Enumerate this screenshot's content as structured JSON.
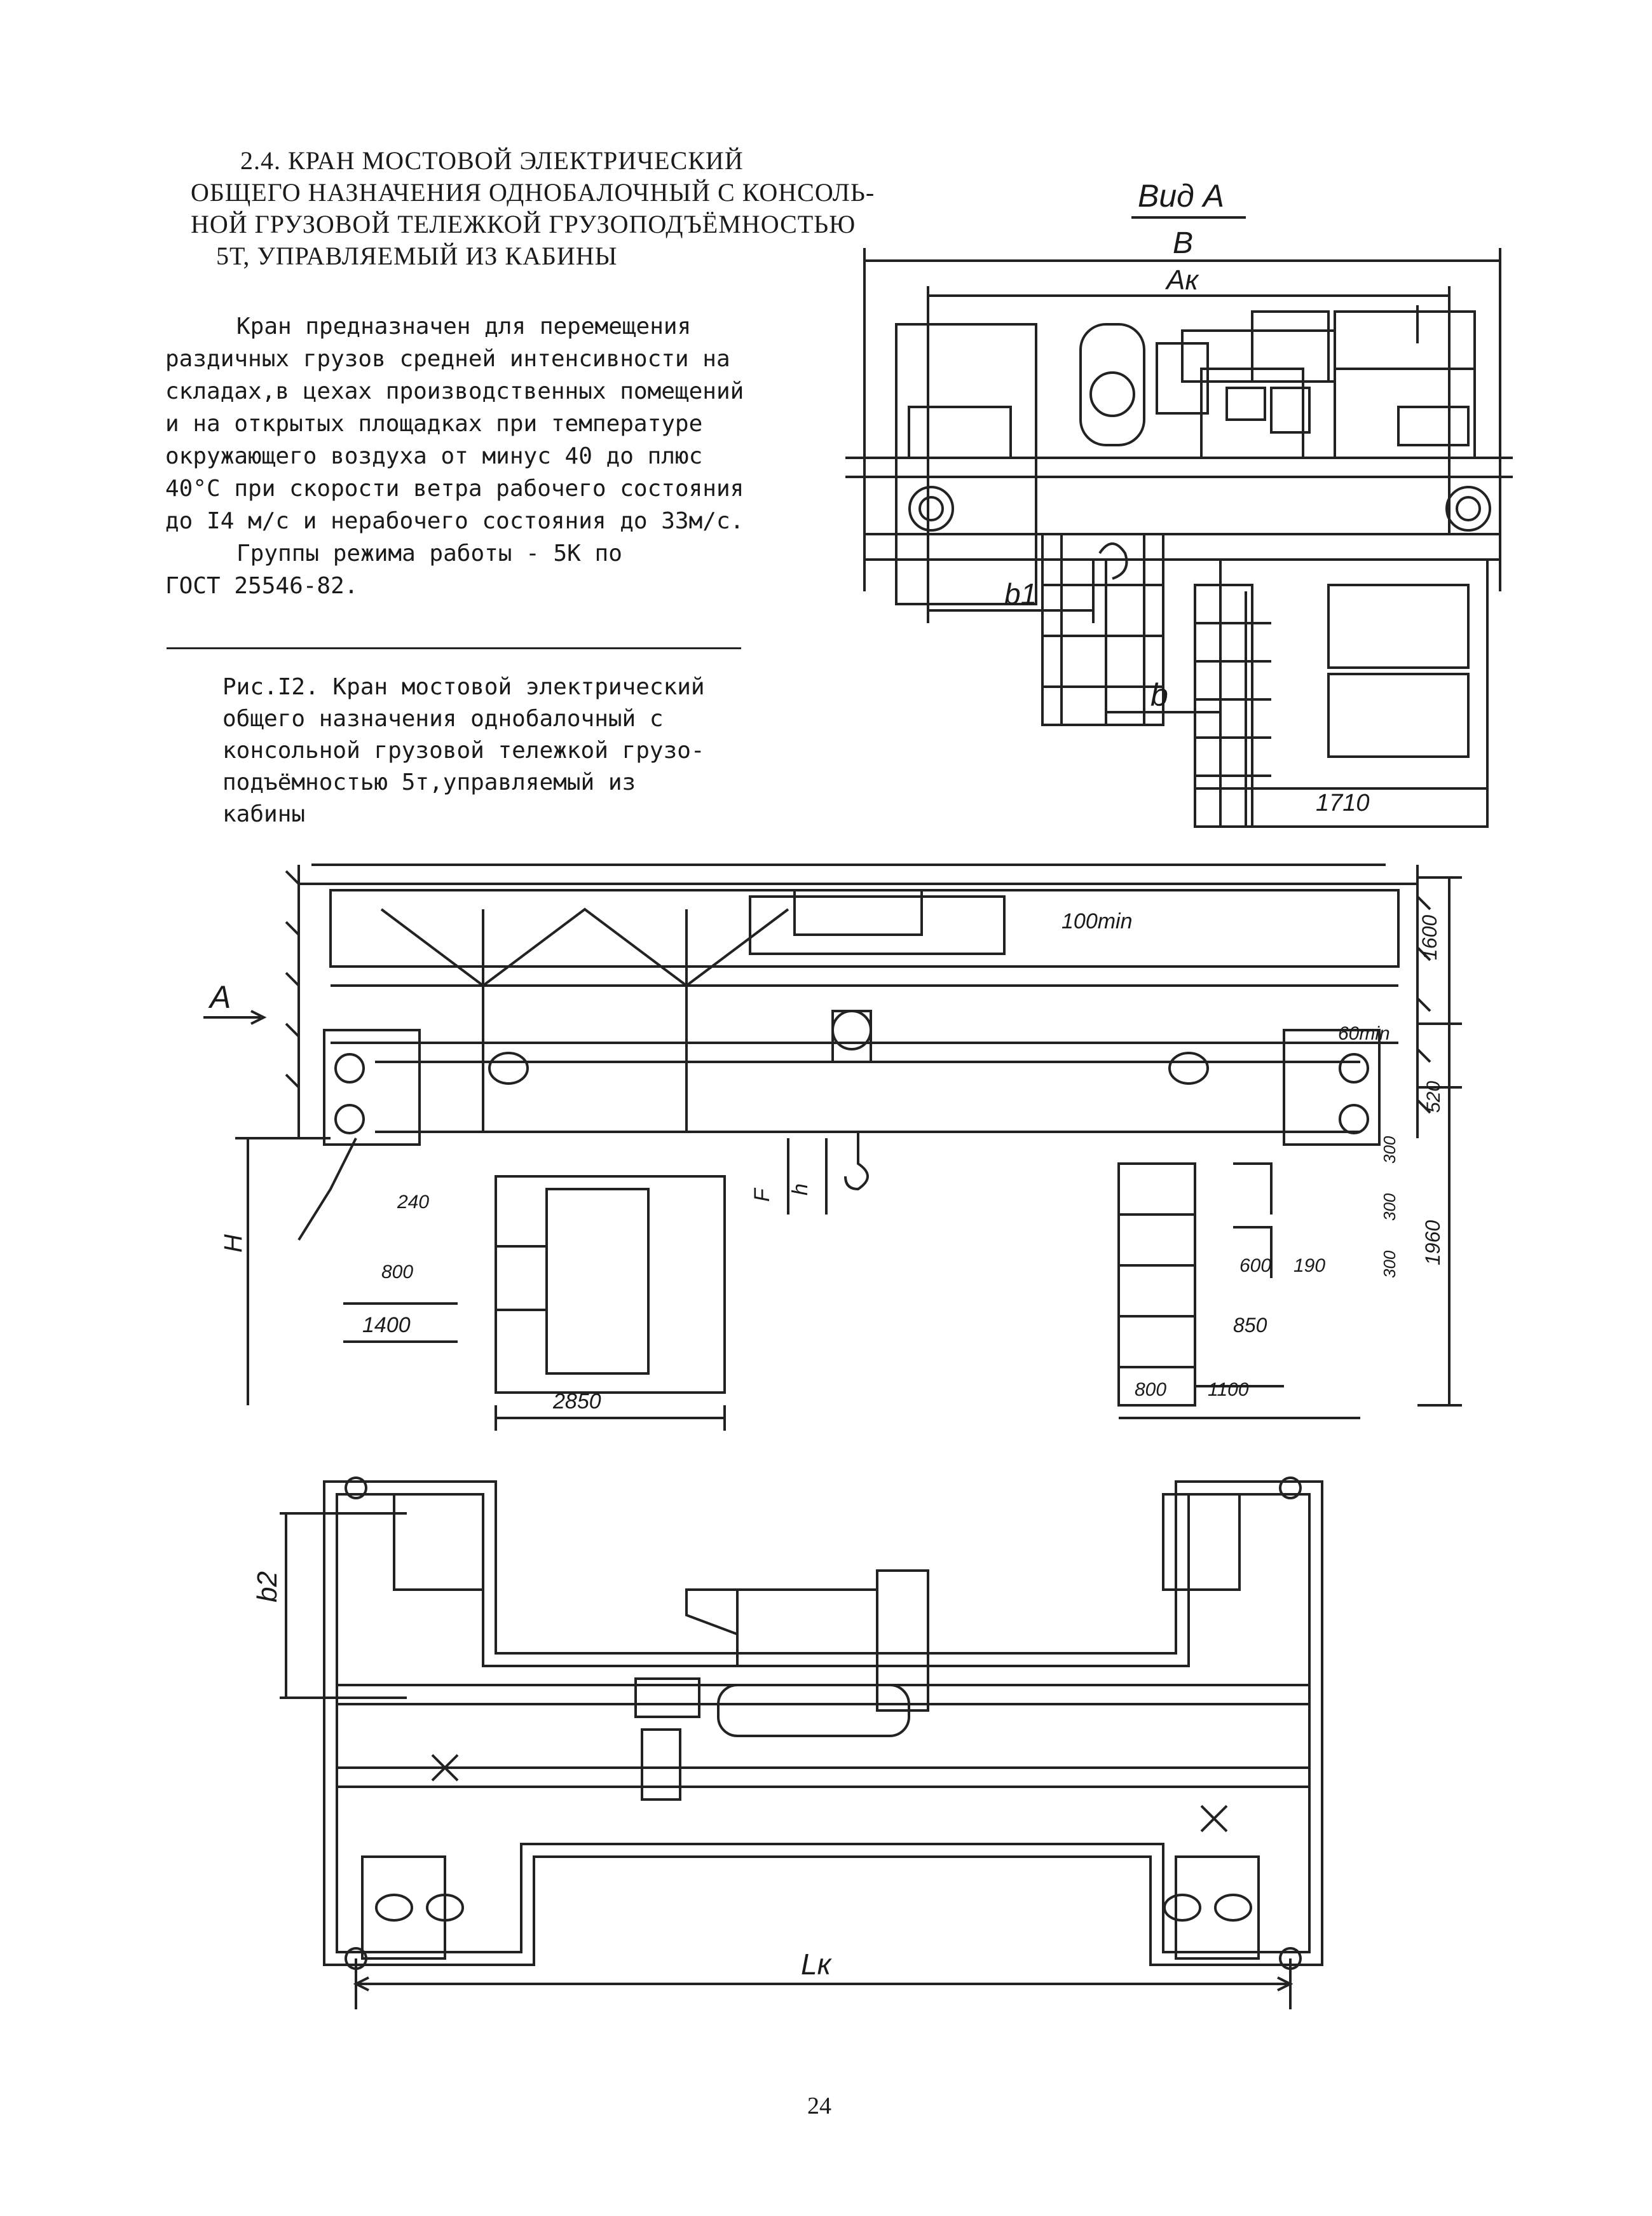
{
  "heading": {
    "line1": "2.4. КРАН МОСТОВОЙ ЭЛЕКТРИЧЕСКИЙ",
    "line2": "ОБЩЕГО НАЗНАЧЕНИЯ ОДНОБАЛОЧНЫЙ С КОНСОЛЬ-",
    "line3": "НОЙ ГРУЗОВОЙ ТЕЛЕЖКОЙ ГРУЗОПОДЪЁМНОСТЬЮ",
    "line4": "5Т, УПРАВЛЯЕМЫЙ ИЗ КАБИНЫ"
  },
  "description": {
    "lines": [
      "Кран предназначен для перемещения",
      "раздичных грузов средней интенсивности на",
      "складах,в цехах производственных помещений",
      "и на открытых площадках при температуре",
      "окружающего воздуха от минус 40 до плюс",
      "40°С при скорости ветра рабочего состояния",
      "до I4 м/с и нерабочего состояния до 33м/с."
    ],
    "group_line1": "Группы режима работы - 5К по",
    "group_line2": "ГОСТ 25546-82."
  },
  "caption": {
    "lines": [
      "Рис.I2. Кран мостовой электрический",
      "общего назначения однобалочный с",
      "консольной грузовой тележкой грузо-",
      "подъёмностью 5т,управляемый из",
      "кабины"
    ]
  },
  "view_a": {
    "title": "Вид А",
    "dim_b": "B",
    "dim_ak": "Aк",
    "dim_b1": "b1",
    "dim_b_lower": "b",
    "dim_1710": "1710"
  },
  "front_view": {
    "arrow_label": "A",
    "dims": {
      "min100": "100min",
      "d1600": "1600",
      "min60": "60min",
      "d520": "520",
      "d300a": "300",
      "d300b": "300",
      "d300c": "300",
      "d1960": "1960",
      "d600": "600",
      "d190": "190",
      "d850": "850",
      "d800r": "800",
      "d1100": "1100",
      "d2850": "2850",
      "d240": "240",
      "d800l": "800",
      "d1400": "1400",
      "H": "H",
      "F": "F",
      "h": "h"
    }
  },
  "plan_view": {
    "dim_b2": "b2",
    "dim_lk": "Lк"
  },
  "page_number": "24"
}
